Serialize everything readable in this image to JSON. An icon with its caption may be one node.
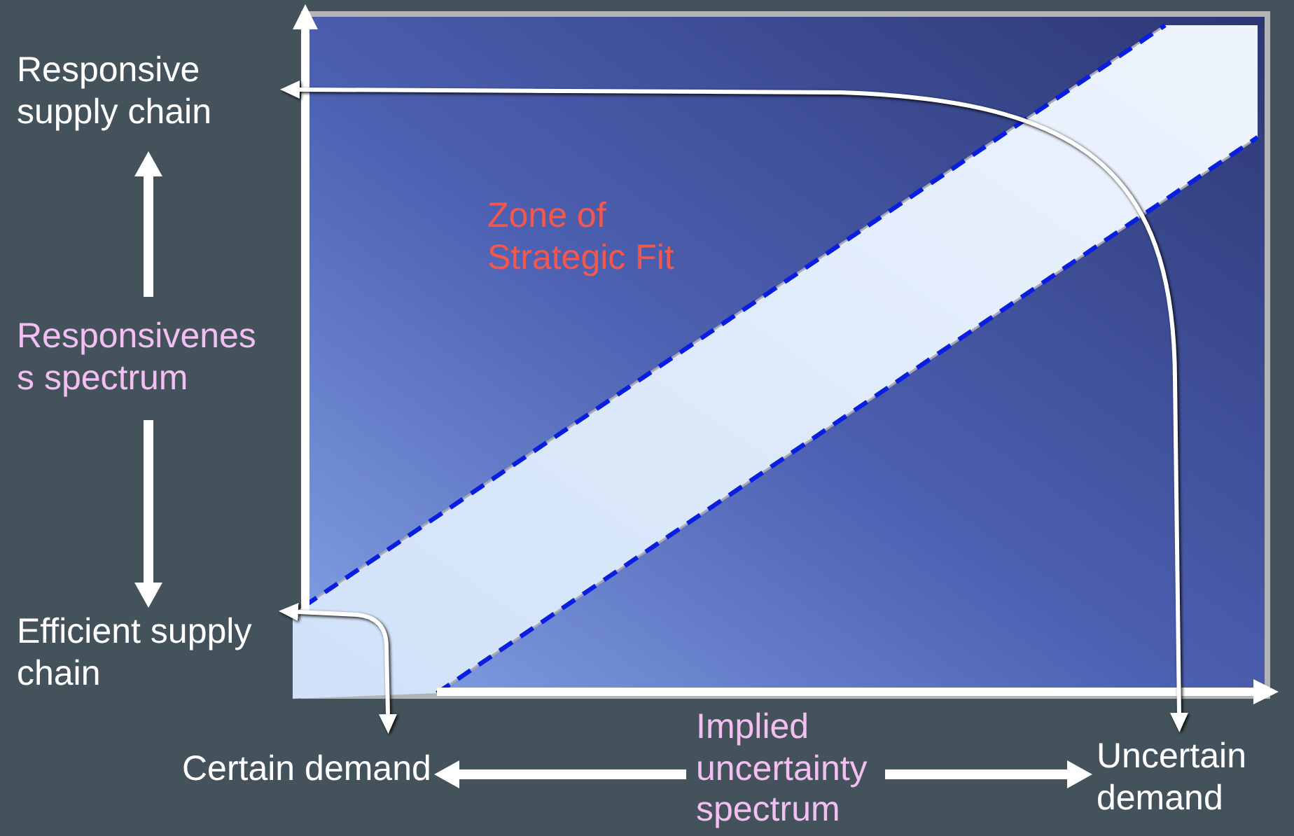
{
  "diagram": {
    "nodes": [
      {
        "text": [
          "Responsive supply chain"
        ]
      },
      {
        "text": [
          "Responsivenes s spectrum"
        ]
      },
      {
        "text": [
          "Efficient supply chain"
        ]
      },
      {
        "text": [
          "Certain demand"
        ]
      },
      {
        "text": [
          "Implied uncertainty spectrum"
        ]
      },
      {
        "text": [
          "Uncertain demand"
        ]
      }
    ],
    "edges": [
      {
        "from": 1,
        "to": 0,
        "arrow": "to"
      },
      {
        "from": 1,
        "to": 2,
        "arrow": "to"
      },
      {
        "from": 0,
        "to": 5,
        "arrow": "both"
      },
      {
        "from": 2,
        "to": 3,
        "arrow": "both"
      },
      {
        "from": 4,
        "to": 3,
        "arrow": "to"
      },
      {
        "from": 4,
        "to": 5,
        "arrow": "to"
      }
    ],
    "labels": [
      "Zone of Strategic Fit"
    ]
  }
}
